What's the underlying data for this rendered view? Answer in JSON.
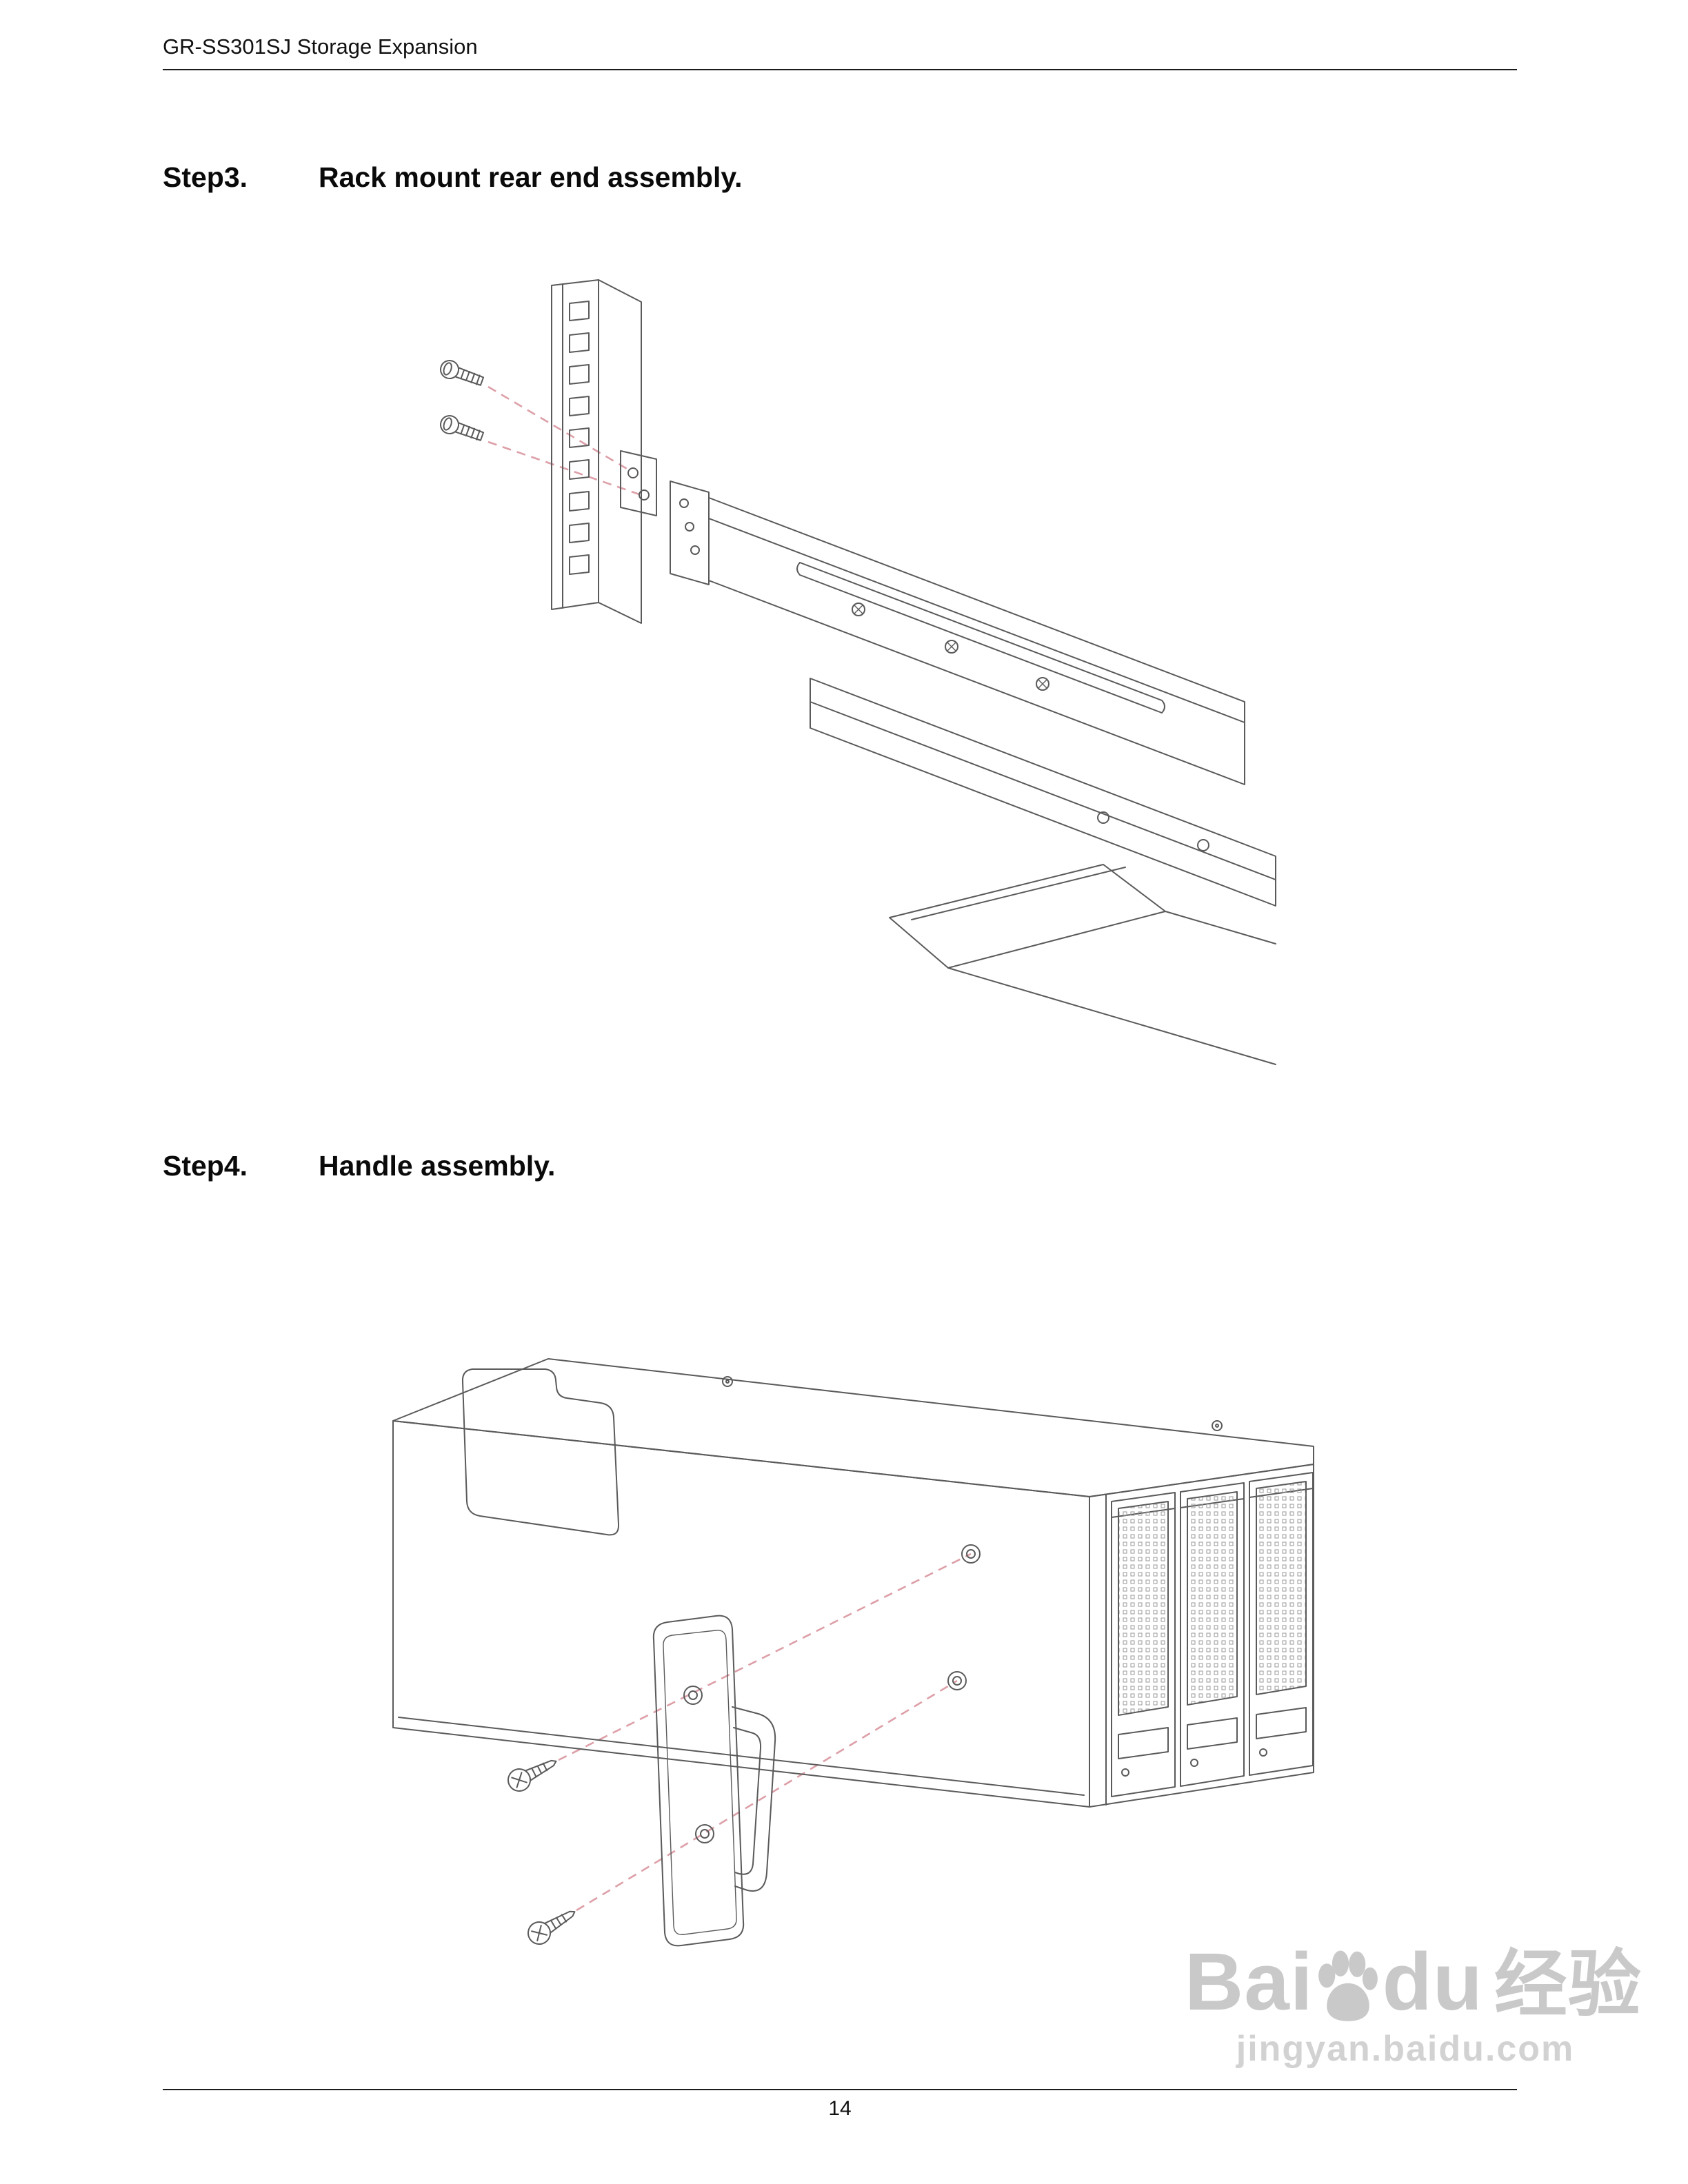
{
  "header": {
    "title": "GR-SS301SJ Storage Expansion"
  },
  "steps": [
    {
      "label": "Step3.",
      "title": "Rack mount rear end assembly."
    },
    {
      "label": "Step4.",
      "title": "Handle assembly."
    }
  ],
  "footer": {
    "page_number": "14"
  },
  "watermark": {
    "brand_left": "Bai",
    "brand_right": "du",
    "suffix": "经验",
    "url": "jingyan.baidu.com",
    "icon": "baidu-paw-icon"
  },
  "colors": {
    "line-art": "#5a5a5a",
    "guide-line": "#dd9fa8",
    "watermark-text": "#c9c9c9",
    "watermark-url": "#d2d2d2",
    "page-text": "#111111"
  }
}
